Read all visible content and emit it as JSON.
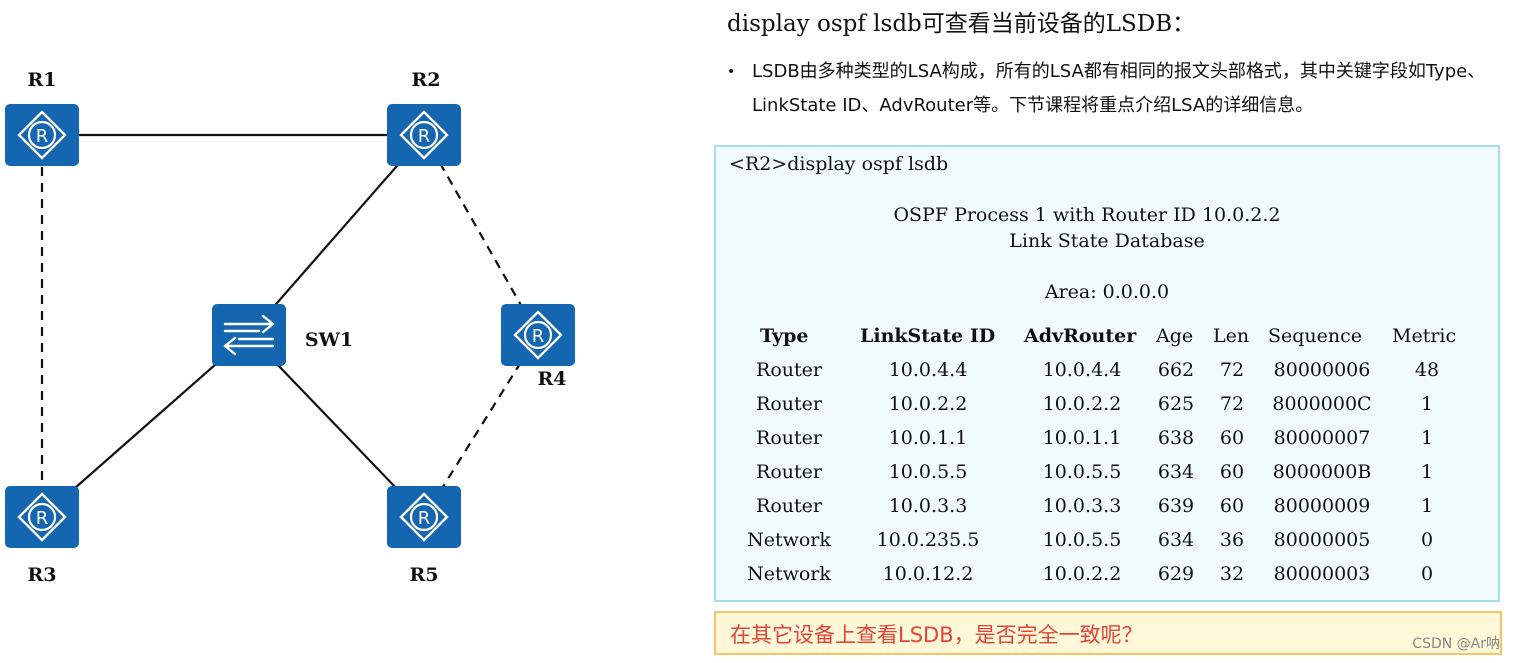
{
  "topology": {
    "nodes": [
      {
        "id": "R1",
        "label": "R1",
        "kind": "router"
      },
      {
        "id": "R2",
        "label": "R2",
        "kind": "router"
      },
      {
        "id": "R3",
        "label": "R3",
        "kind": "router"
      },
      {
        "id": "R4",
        "label": "R4",
        "kind": "router"
      },
      {
        "id": "R5",
        "label": "R5",
        "kind": "router"
      },
      {
        "id": "SW1",
        "label": "SW1",
        "kind": "switch"
      }
    ],
    "links": [
      {
        "from": "R1",
        "to": "R2",
        "style": "solid"
      },
      {
        "from": "R1",
        "to": "R3",
        "style": "dashed"
      },
      {
        "from": "R2",
        "to": "SW1",
        "style": "solid"
      },
      {
        "from": "R2",
        "to": "R4",
        "style": "dashed"
      },
      {
        "from": "SW1",
        "to": "R3",
        "style": "solid"
      },
      {
        "from": "SW1",
        "to": "R5",
        "style": "solid"
      },
      {
        "from": "R4",
        "to": "R5",
        "style": "dashed"
      }
    ],
    "device_color": "#1466b0"
  },
  "heading": "display ospf lsdb可查看当前设备的LSDB：",
  "bullet": {
    "marker": "•",
    "text": "LSDB由多种类型的LSA构成，所有的LSA都有相同的报文头部格式，其中关键字段如Type、LinkState ID、AdvRouter等。下节课程将重点介绍LSA的详细信息。"
  },
  "cli": {
    "command": "<R2>display ospf lsdb",
    "line1": "OSPF Process 1 with Router ID 10.0.2.2",
    "line2": "Link State Database",
    "area": "Area: 0.0.0.0",
    "headers": [
      "Type",
      "LinkState ID",
      "AdvRouter",
      "Age",
      "Len",
      "Sequence",
      "Metric"
    ],
    "rows": [
      [
        "Router",
        "10.0.4.4",
        "10.0.4.4",
        "662",
        "72",
        "80000006",
        "48"
      ],
      [
        "Router",
        "10.0.2.2",
        "10.0.2.2",
        "625",
        "72",
        "8000000C",
        "1"
      ],
      [
        "Router",
        "10.0.1.1",
        "10.0.1.1",
        "638",
        "60",
        "80000007",
        "1"
      ],
      [
        "Router",
        "10.0.5.5",
        "10.0.5.5",
        "634",
        "60",
        "8000000B",
        "1"
      ],
      [
        "Router",
        "10.0.3.3",
        "10.0.3.3",
        "639",
        "60",
        "80000009",
        "1"
      ],
      [
        "Network",
        "10.0.235.5",
        "10.0.5.5",
        "634",
        "36",
        "80000005",
        "0"
      ],
      [
        "Network",
        "10.0.12.2",
        "10.0.2.2",
        "629",
        "32",
        "80000003",
        "0"
      ]
    ]
  },
  "question": "在其它设备上查看LSDB，是否完全一致呢？",
  "watermark": "CSDN @Ar呐"
}
